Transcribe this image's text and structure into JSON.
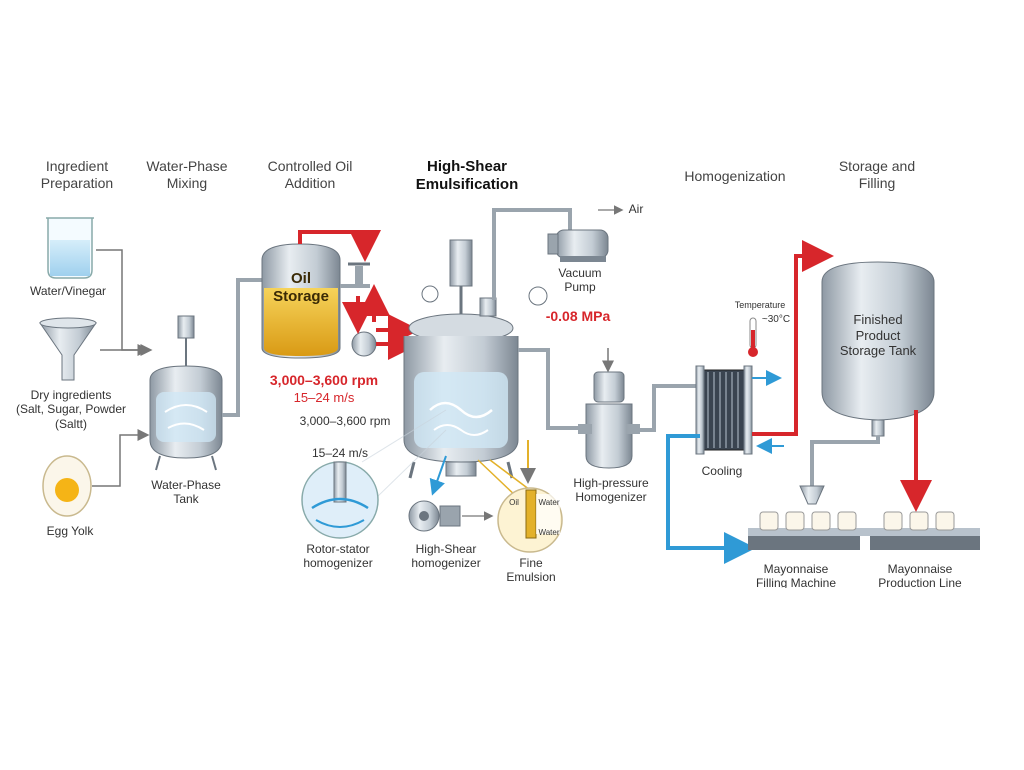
{
  "stages": {
    "ingredient_preparation": "Ingredient\nPreparation",
    "water_phase_mixing": "Water-Phase\nMixing",
    "controlled_oil_addition": "Controlled Oil\nAddition",
    "high_shear_emulsification": "High-Shear\nEmulsification",
    "homogenization": "Homogenization",
    "storage_and_filling": "Storage and\nFilling"
  },
  "ingredients": {
    "water_vinegar": "Water/Vinegar",
    "dry_ingredients": "Dry ingredients\n(Salt, Sugar, Powder\n(Saltt)",
    "egg_yolk": "Egg Yolk"
  },
  "water_phase_tank": "Water-Phase\nTank",
  "oil_storage": "Oil\nStorage",
  "oil_speed_rpm": "3,000–3,600 rpm",
  "oil_speed_ms": "15–24 m/s",
  "reactor_speed_rpm": "3,000–3,600 rpm",
  "reactor_speed_ms": "15–24 m/s",
  "air": "Air",
  "vacuum_pump": "Vacuum\nPump",
  "vacuum_pressure": "-0.08 MPa",
  "rotor_stator": "Rotor-stator\nhomogenizer",
  "high_shear_homogenizer": "High-Shear\nhomogenizer",
  "fine_emulsion": "Fine\nEmulsion",
  "emulsion_oil": "Oil",
  "emulsion_water_1": "Water",
  "emulsion_water_2": "Water",
  "high_pressure_homogenizer": "High-pressure\nHomogenizer",
  "temperature_label": "Temperature",
  "temperature_value": "~30°C",
  "cooling": "Cooling",
  "storage_tank": "Finished\nProduct\nStorage Tank",
  "filling_machine": "Mayonnaise\nFilling Machine",
  "production_line": "Mayonnaise\nProduction Line",
  "colors": {
    "hot_pipe": "#d7262b",
    "cold_pipe": "#2f9ad6",
    "oil": "#e3b12a",
    "steel": "#b8c2cc",
    "alert_text": "#d7262b"
  }
}
